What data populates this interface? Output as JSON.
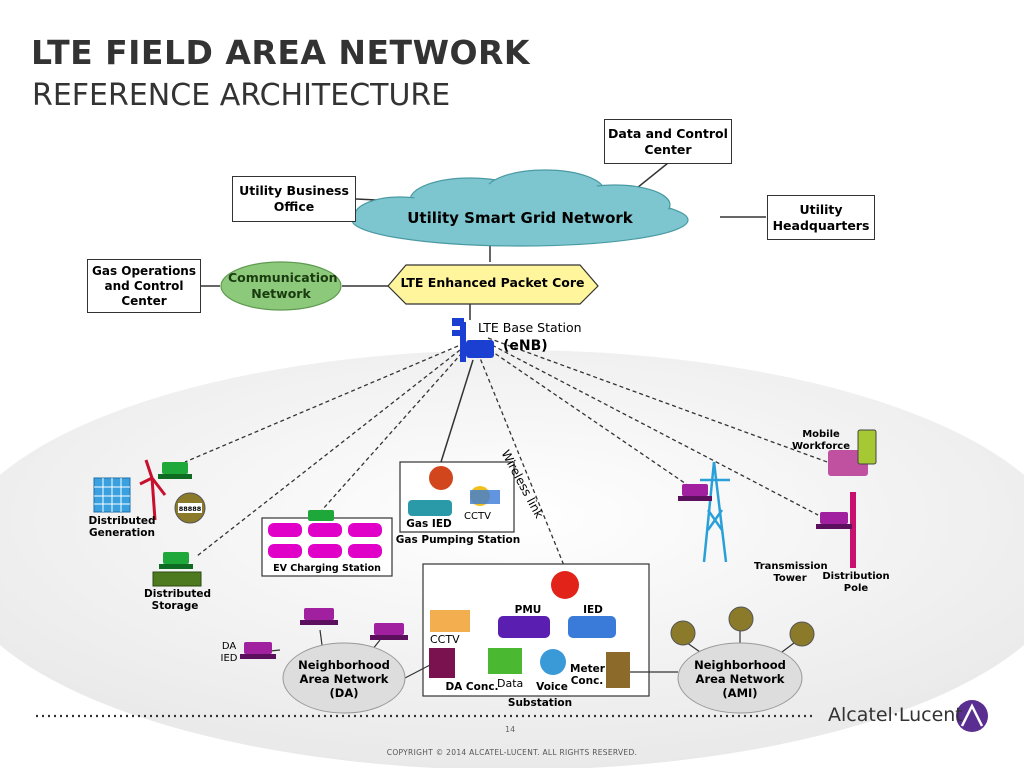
{
  "header": {
    "title": "LTE FIELD AREA NETWORK",
    "subtitle": "REFERENCE ARCHITECTURE"
  },
  "core": {
    "data_control_center": "Data and Control Center",
    "utility_business_office": "Utility Business Office",
    "smart_grid_network": "Utility Smart Grid Network",
    "utility_headquarters": "Utility Headquarters",
    "gas_operations": "Gas Operations and Control Center",
    "communication_network": "Communication Network",
    "lte_epc": "LTE Enhanced Packet Core",
    "lte_base_station": "LTE Base Station",
    "enb": "(eNB)",
    "wireless_link": "Wireless link"
  },
  "field": {
    "distributed_generation": "Distributed Generation",
    "meter_value": "88888",
    "distributed_storage": "Distributed Storage",
    "ev_charging_station": "EV Charging Station",
    "gas_ied": "Gas IED",
    "cctv": "CCTV",
    "gas_pumping_station": "Gas Pumping Station",
    "mobile_workforce": "Mobile Workforce",
    "transmission_tower": "Transmission Tower",
    "distribution_pole": "Distribution Pole",
    "da_ied": "DA IED",
    "nan_da": "Neighborhood Area Network (DA)",
    "nan_ami": "Neighborhood Area Network (AMI)",
    "pmu": "PMU",
    "ied": "IED",
    "substation_cctv": "CCTV",
    "da_conc": "DA Conc.",
    "data": "Data",
    "voice": "Voice",
    "meter_conc": "Meter Conc.",
    "substation": "Substation"
  },
  "footer": {
    "page_number": "14",
    "brand": "Alcatel·Lucent",
    "copyright": "COPYRIGHT © 2014 ALCATEL-LUCENT.  ALL RIGHTS RESERVED."
  },
  "colors": {
    "cloud": "#7ec6cf",
    "comm_network": "#8cc97a",
    "epc": "#fff59d",
    "purple_radio": "#a020a0",
    "green_radio": "#1fa83a",
    "ev_magenta": "#e000c8",
    "tower_blue": "#2aa0d8",
    "brand_purple": "#5a2d91"
  }
}
